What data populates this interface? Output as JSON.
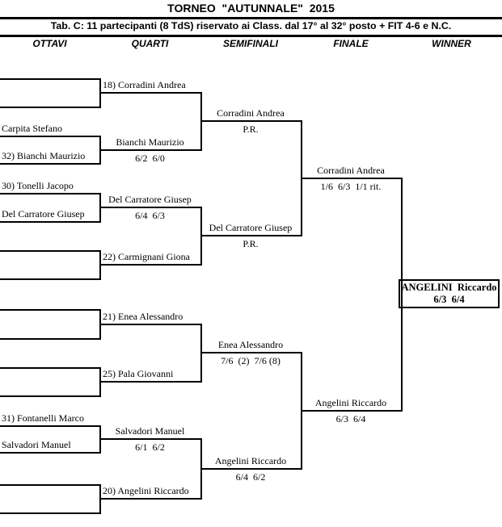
{
  "header": {
    "title": "TORNEO  \"AUTUNNALE\"  2015",
    "subtitle": "Tab. C: 11 partecipanti (8 TdS) riservato ai Class. dal 17° al 32° posto + FIT 4-6 e N.C.",
    "columns": [
      "OTTAVI",
      "QUARTI",
      "SEMIFINALI",
      "FINALE",
      "WINNER"
    ]
  },
  "colors": {
    "ink": "#000000",
    "paper": "#ffffff"
  },
  "bracket": {
    "ottavi": [
      {
        "name": ""
      },
      {
        "name": ""
      },
      {
        "name": "Carpita Stefano"
      },
      {
        "name": "32) Bianchi Maurizio"
      },
      {
        "name": "30) Tonelli Jacopo"
      },
      {
        "name": "Del Carratore Giusep"
      },
      {
        "name": ""
      },
      {
        "name": ""
      },
      {
        "name": ""
      },
      {
        "name": ""
      },
      {
        "name": ""
      },
      {
        "name": ""
      },
      {
        "name": "31) Fontanelli Marco"
      },
      {
        "name": "Salvadori Manuel"
      },
      {
        "name": ""
      },
      {
        "name": ""
      }
    ],
    "quarti": [
      {
        "name": "18) Corradini Andrea",
        "score": ""
      },
      {
        "name": "Bianchi Maurizio",
        "score": "6/2  6/0"
      },
      {
        "name": "Del Carratore Giusep",
        "score": "6/4  6/3"
      },
      {
        "name": "22) Carmignani Giona",
        "score": ""
      },
      {
        "name": "21) Enea Alessandro",
        "score": ""
      },
      {
        "name": "25) Pala Giovanni",
        "score": ""
      },
      {
        "name": "Salvadori Manuel",
        "score": "6/1  6/2"
      },
      {
        "name": "20) Angelini Riccardo",
        "score": ""
      }
    ],
    "semifinali": [
      {
        "name": "Corradini Andrea",
        "score": "P.R."
      },
      {
        "name": "Del Carratore Giusep",
        "score": "P.R."
      },
      {
        "name": "Enea Alessandro",
        "score": "7/6  (2)  7/6 (8)"
      },
      {
        "name": "Angelini Riccardo",
        "score": "6/4  6/2"
      }
    ],
    "finale": [
      {
        "name": "Corradini Andrea",
        "score": "1/6  6/3  1/1 rit."
      },
      {
        "name": "Angelini Riccardo",
        "score": "6/3  6/4"
      }
    ],
    "winner": {
      "name": "ANGELINI  Riccardo",
      "score": "6/3  6/4"
    }
  }
}
